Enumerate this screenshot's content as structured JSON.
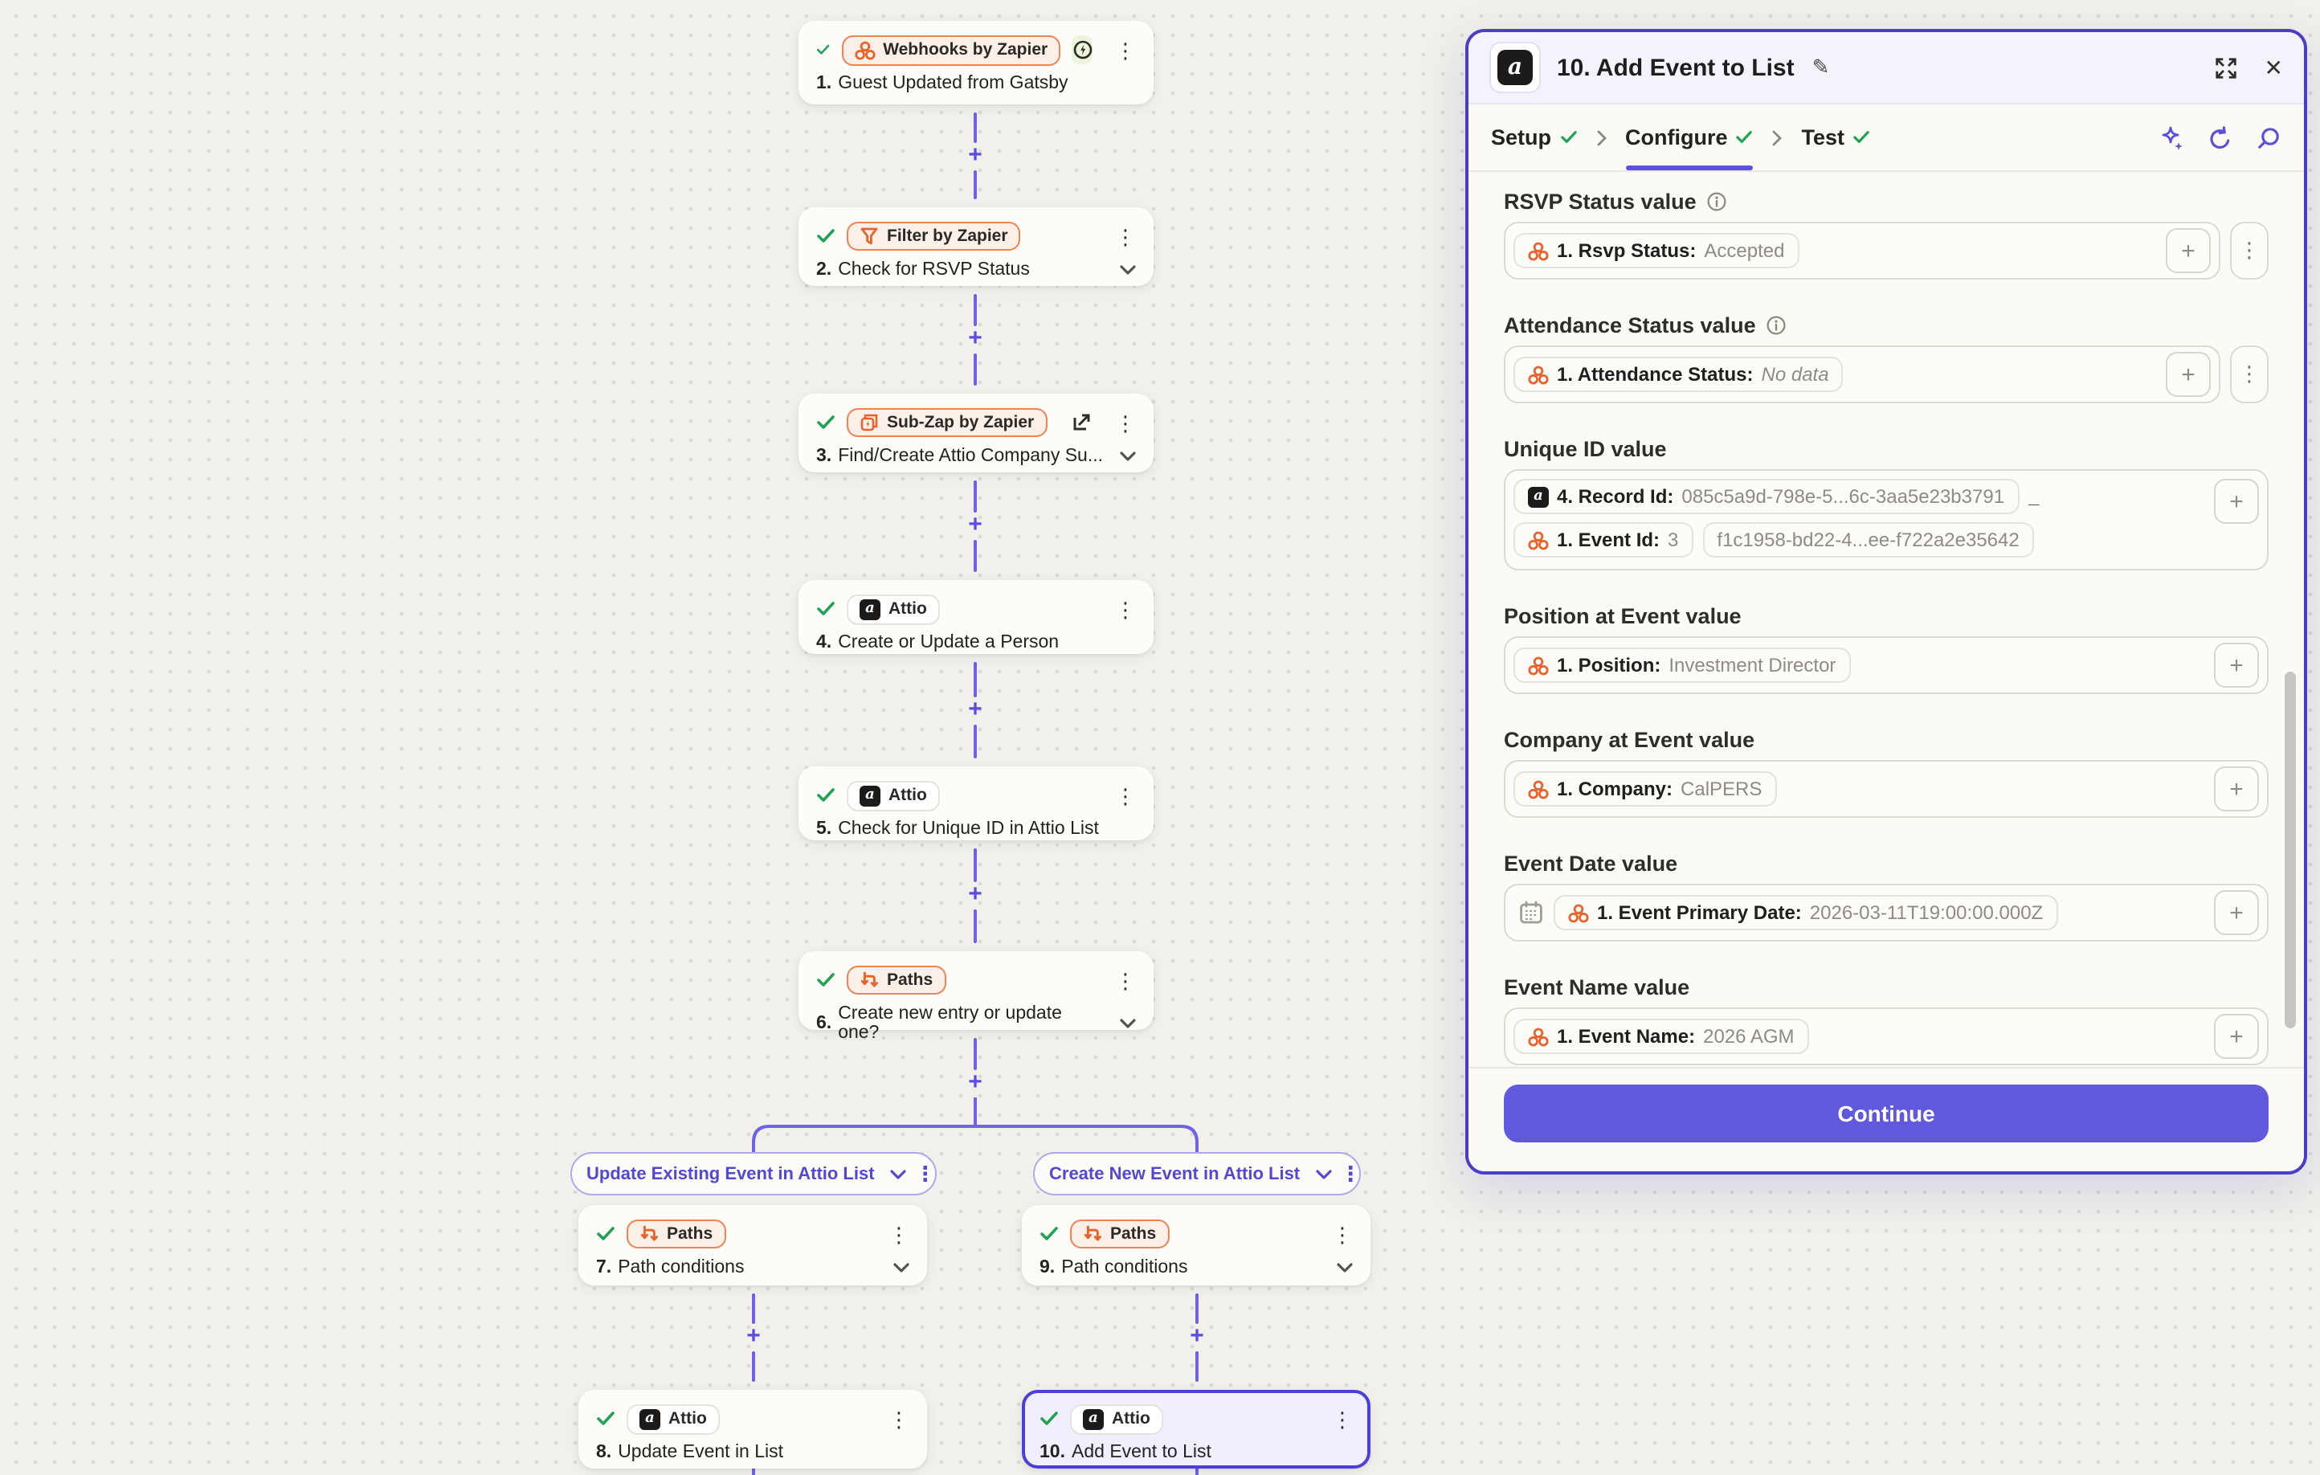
{
  "colors": {
    "accent_purple": "#5D51E3",
    "panel_border": "#4B3DC8",
    "connector_purple": "#6F61E8",
    "app_orange": "#E8682F",
    "green_check": "#21A254",
    "continue_bg": "#6058DD",
    "canvas_bg": "#F1F0EA"
  },
  "canvas": {
    "branch_labels": {
      "left": "Update Existing Event in Attio List",
      "right": "Create New Event in Attio List"
    },
    "nodes": {
      "n1": {
        "app": "Webhooks by Zapier",
        "num": "1.",
        "title": "Guest Updated from Gatsby"
      },
      "n2": {
        "app": "Filter by Zapier",
        "num": "2.",
        "title": "Check for RSVP Status"
      },
      "n3": {
        "app": "Sub-Zap by Zapier",
        "num": "3.",
        "title": "Find/Create Attio Company Su..."
      },
      "n4": {
        "app": "Attio",
        "num": "4.",
        "title": "Create or Update a Person"
      },
      "n5": {
        "app": "Attio",
        "num": "5.",
        "title": "Check for Unique ID in Attio List"
      },
      "n6": {
        "app": "Paths",
        "num": "6.",
        "title": "Create new entry or update one?"
      },
      "n7": {
        "app": "Paths",
        "num": "7.",
        "title": "Path conditions"
      },
      "n8": {
        "app": "Attio",
        "num": "8.",
        "title": "Update Event in List"
      },
      "n9": {
        "app": "Paths",
        "num": "9.",
        "title": "Path conditions"
      },
      "n10": {
        "app": "Attio",
        "num": "10.",
        "title": "Add Event to List"
      }
    }
  },
  "panel": {
    "title": "10. Add Event to List",
    "tabs": {
      "setup": "Setup",
      "configure": "Configure",
      "test": "Test"
    },
    "fields": {
      "rsvp": {
        "label": "RSVP Status value",
        "token": "1. Rsvp Status:",
        "value": "Accepted"
      },
      "attendance": {
        "label": "Attendance Status value",
        "token": "1. Attendance Status:",
        "value": "No data"
      },
      "unique": {
        "label": "Unique ID value",
        "record_token": "4. Record Id:",
        "record_value": "085c5a9d-798e-5...6c-3aa5e23b3791",
        "separator": "_",
        "event_token": "1. Event Id:",
        "event_value": "3",
        "event_value_wrap": "f1c1958-bd22-4...ee-f722a2e35642"
      },
      "position": {
        "label": "Position at Event value",
        "token": "1. Position:",
        "value": "Investment Director"
      },
      "company": {
        "label": "Company at Event value",
        "token": "1. Company:",
        "value": "CalPERS"
      },
      "event_date": {
        "label": "Event Date value",
        "token": "1. Event Primary Date:",
        "value": "2026-03-11T19:00:00.000Z"
      },
      "event_name": {
        "label": "Event Name value",
        "token": "1. Event Name:",
        "value": "2026 AGM"
      }
    },
    "continue_label": "Continue"
  }
}
